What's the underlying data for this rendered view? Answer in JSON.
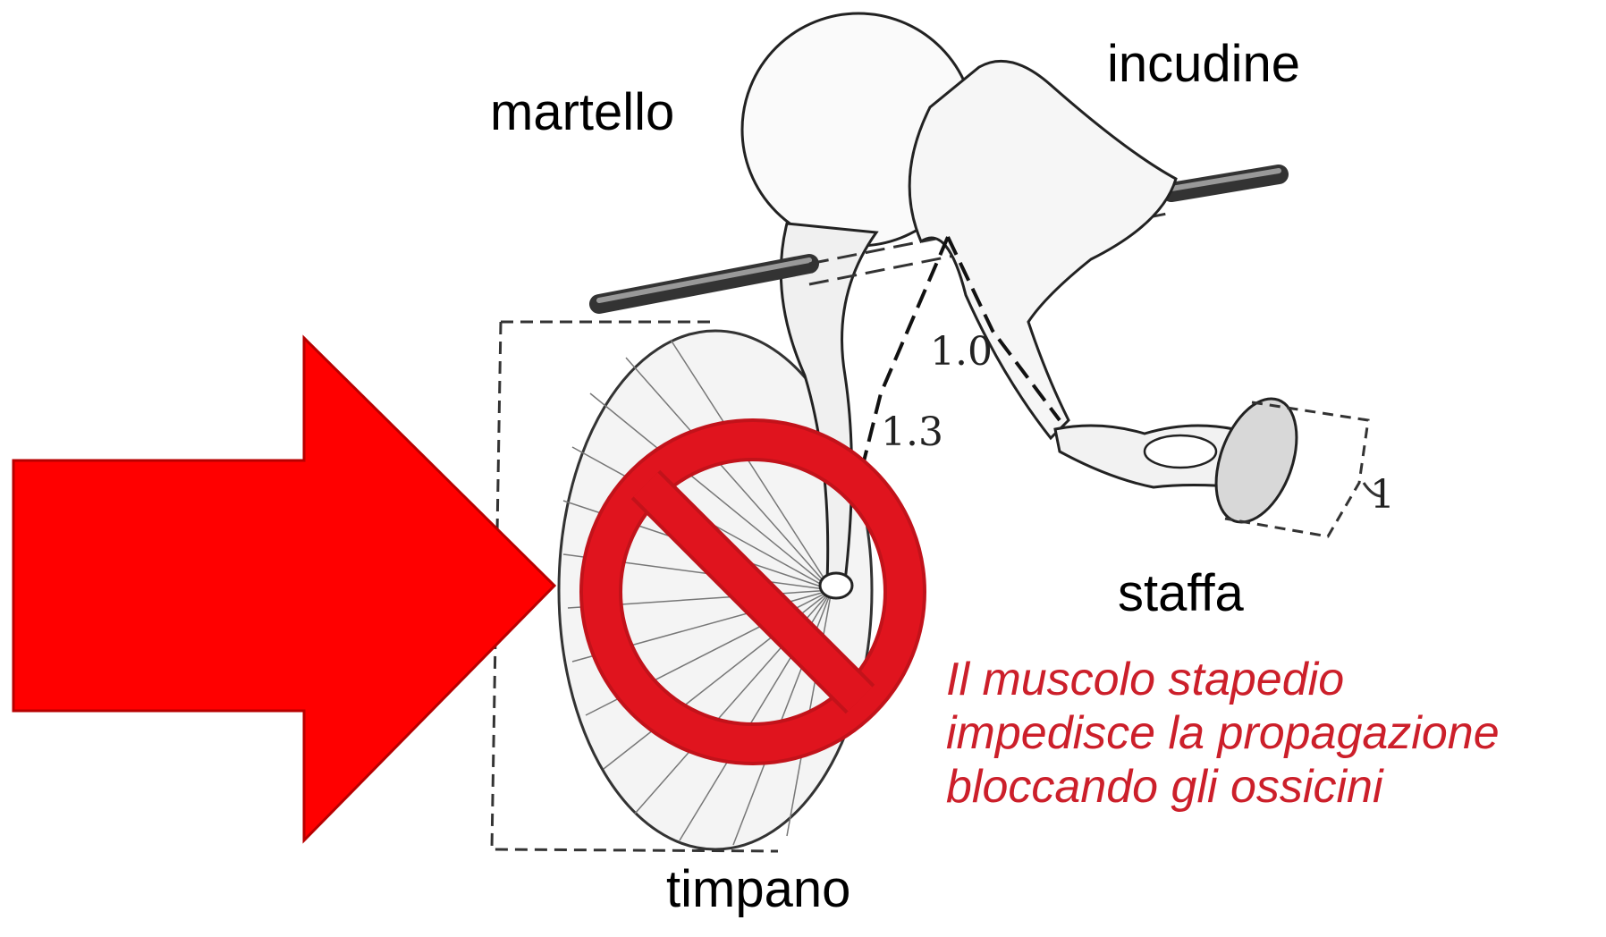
{
  "labels": {
    "martello": "martello",
    "incudine": "incudine",
    "staffa": "staffa",
    "timpano": "timpano"
  },
  "ratios": {
    "r1": "1.0",
    "r2": "1.3",
    "r3": "1"
  },
  "caption": {
    "line1": "Il muscolo stapedio",
    "line2": "impedisce la propagazione",
    "line3": "bloccando gli ossicini"
  },
  "colors": {
    "arrow": "#ff0000",
    "prohibition": "#e0141e",
    "caption": "#cc1f2a"
  },
  "icons": [
    "right-arrow-icon",
    "prohibition-icon"
  ]
}
